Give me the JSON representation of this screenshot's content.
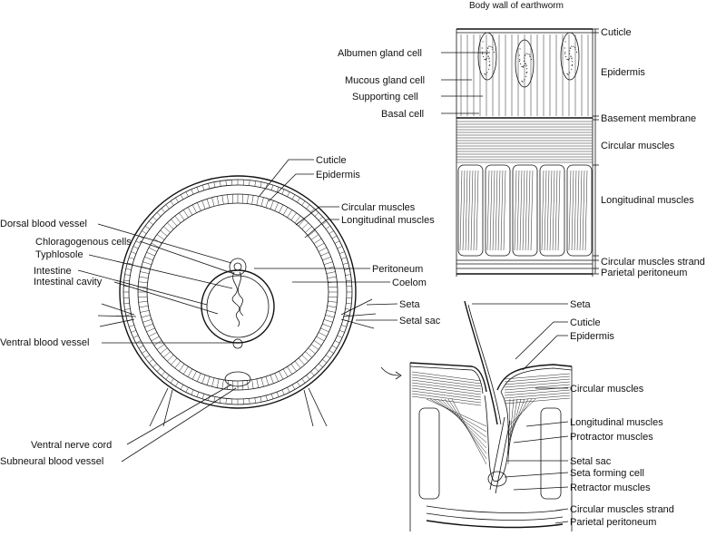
{
  "title": "Body wall of earthworm",
  "body_wall_labels": {
    "left": [
      "Albumen gland cell",
      "Mucous gland cell",
      "Supporting  cell",
      "Basal  cell"
    ],
    "right": [
      "Cuticle",
      "Epidermis",
      "Basement  membrane",
      "Circular  muscles",
      "Longitudinal muscles",
      "Circular muscles strand",
      "Parietal peritoneum"
    ]
  },
  "cross_section_labels": {
    "left": [
      "Dorsal blood vessel",
      "Chloragogenous cells",
      "Typhlosole",
      "Intestine",
      "Intestinal cavity",
      "Ventral blood vessel",
      "Ventral nerve cord",
      "Subneural blood vessel"
    ],
    "right": [
      "Cuticle",
      "Epidermis",
      "Circular muscles",
      "Longitudinal muscles",
      "Peritoneum",
      "Coelom",
      "Seta",
      "Setal sac"
    ]
  },
  "seta_labels": [
    "Seta",
    "Cuticle",
    "Epidermis",
    "Circular  muscles",
    "Longitudinal muscles",
    "Protractor muscles",
    "Setal  sac",
    "Seta forming cell",
    "Retractor muscles",
    "Circular muscles strand",
    "Parietal peritoneum"
  ]
}
